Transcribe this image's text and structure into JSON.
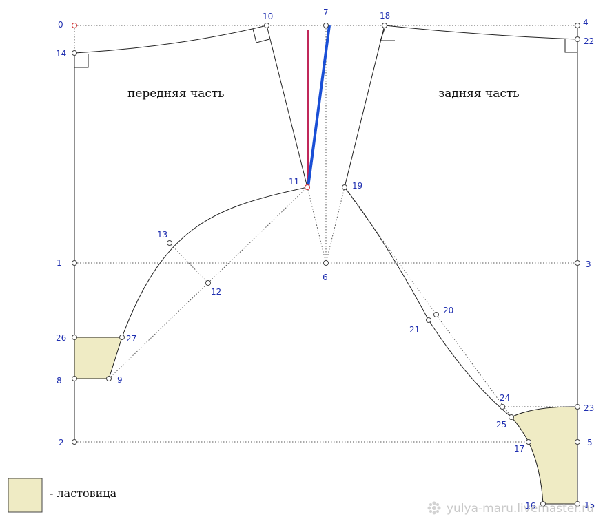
{
  "pieces": {
    "front_label": "передняя часть",
    "back_label": "задняя часть"
  },
  "legend": {
    "gusset_label": "- ластовица",
    "gusset_color": "#efebc4"
  },
  "watermark": "yulya-maru.livemaster.ru",
  "colors": {
    "point_label": "#1f2fb0",
    "contour": "#222222",
    "dotted": "#555555",
    "front_center_line": "#c0285a",
    "back_center_line": "#1a4fd6",
    "origin_point": "#d03030"
  },
  "points": {
    "p0": "0",
    "p1": "1",
    "p2": "2",
    "p3": "3",
    "p4": "4",
    "p5": "5",
    "p6": "6",
    "p7": "7",
    "p8": "8",
    "p9": "9",
    "p10": "10",
    "p11": "11",
    "p12": "12",
    "p13": "13",
    "p14": "14",
    "p15": "15",
    "p16": "16",
    "p17": "17",
    "p18": "18",
    "p19": "19",
    "p20": "20",
    "p21": "21",
    "p22": "22",
    "p23": "23",
    "p24": "24",
    "p25": "25",
    "p26": "26",
    "p27": "27"
  }
}
